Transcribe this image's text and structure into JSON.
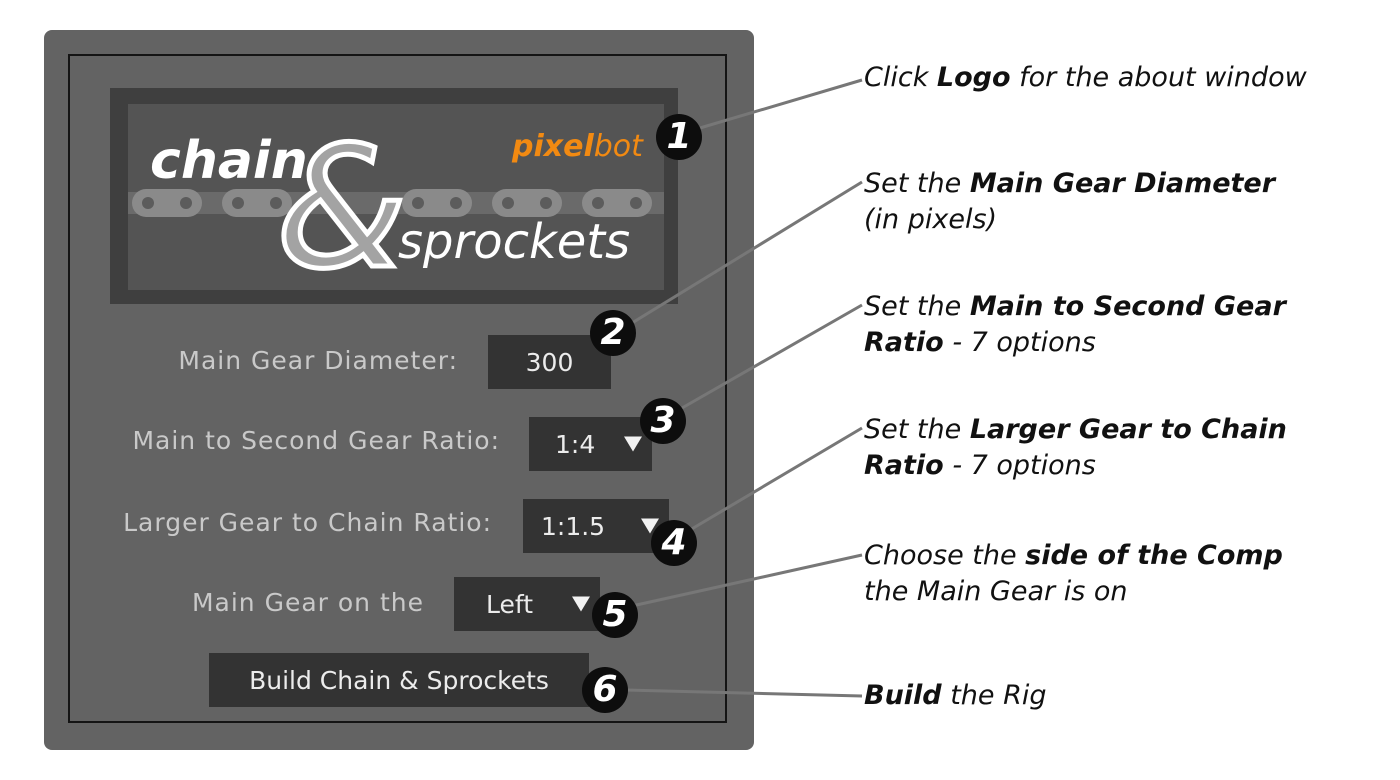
{
  "logo": {
    "word_chain": "chain",
    "word_sprockets": "sprockets",
    "brand_pixel": "pixel",
    "brand_bot": "bot",
    "ampersand": "&"
  },
  "form": {
    "diameter": {
      "label": "Main Gear Diameter:",
      "value": "300"
    },
    "ratio_second": {
      "label": "Main to Second Gear Ratio:",
      "value": "1:4"
    },
    "ratio_chain": {
      "label": "Larger Gear to Chain Ratio:",
      "value": "1:1.5"
    },
    "side": {
      "label": "Main Gear on the",
      "value": "Left"
    },
    "build_label": "Build Chain & Sprockets"
  },
  "badges": [
    "1",
    "2",
    "3",
    "4",
    "5",
    "6"
  ],
  "notes": [
    {
      "pre": "Click ",
      "bold": "Logo",
      "post": " for the about window"
    },
    {
      "pre": "Set the ",
      "bold": "Main Gear Diameter",
      "line2": "(in pixels)"
    },
    {
      "pre": "Set the ",
      "bold": "Main to Second Gear",
      "line2_bold": "Ratio",
      "line2_post": " - 7 options"
    },
    {
      "pre": "Set the ",
      "bold": "Larger Gear to Chain",
      "line2_bold": "Ratio",
      "line2_post": " - 7 options"
    },
    {
      "pre": "Choose the ",
      "bold": "side of the Comp",
      "line2": "the Main Gear is on"
    },
    {
      "bold": "Build",
      "post": " the Rig"
    }
  ],
  "colors": {
    "panel": "#636363",
    "control_bg": "#333333",
    "label_text": "#c9c9c9",
    "brand_orange": "#f28a12",
    "badge_bg": "#0d0d0d"
  }
}
